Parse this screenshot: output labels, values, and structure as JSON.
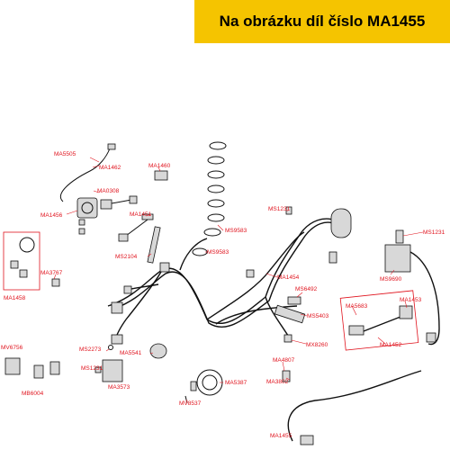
{
  "banner": {
    "title": "Na obrázku díl číslo MA1455",
    "background": "#f5c400"
  },
  "label_color": "#e0141e",
  "labels": [
    "MA5505",
    "MA1462",
    "MA0308",
    "MA1456",
    "MA1460",
    "MA1451",
    "MS9583",
    "MS9583",
    "MS1231",
    "MS1231",
    "MA1454",
    "MS2104",
    "MA3767",
    "MA1458",
    "MS9690",
    "MS6492",
    "MS5403",
    "MA5683",
    "MA1453",
    "MX8260",
    "MA1452",
    "MV6756",
    "MS2273",
    "MA5541",
    "MS1231",
    "MA3573",
    "MB6004",
    "MA4807",
    "MA5387",
    "MA3802",
    "MV8537",
    "MA1455"
  ]
}
